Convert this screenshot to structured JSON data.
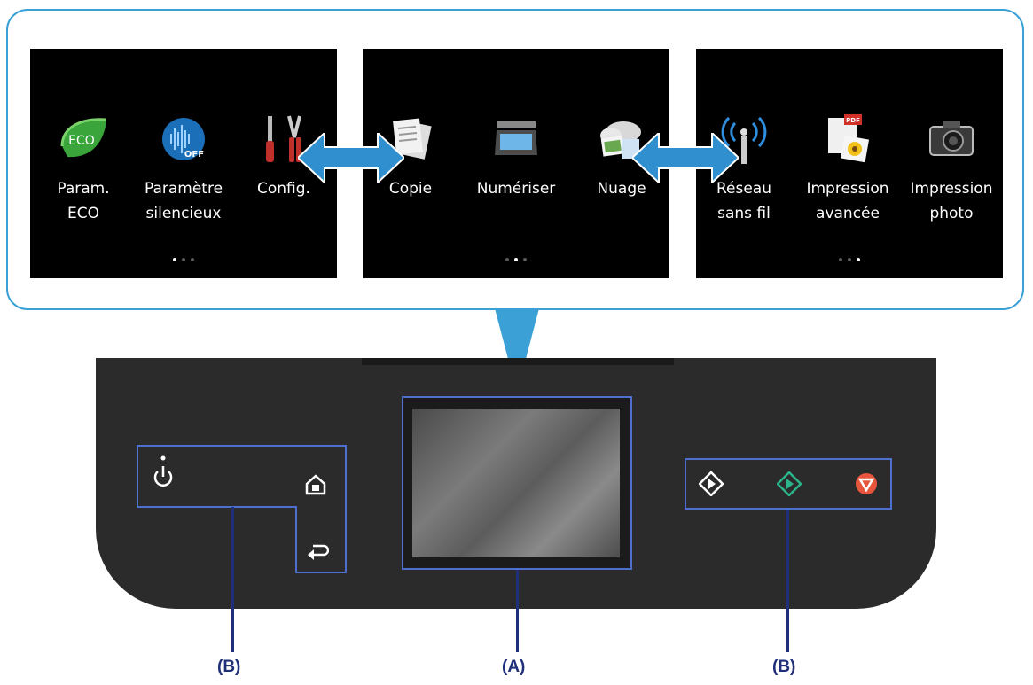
{
  "screens": [
    {
      "tiles": [
        {
          "label1": "Param.",
          "label2": "ECO",
          "icon": "eco-leaf-icon",
          "icon_text": "ECO"
        },
        {
          "label1": "Paramètre",
          "label2": "silencieux",
          "icon": "quiet-mode-off-icon",
          "icon_text": "OFF"
        },
        {
          "label1": "Config.",
          "label2": "",
          "icon": "tools-icon"
        }
      ],
      "active_dot": 1
    },
    {
      "tiles": [
        {
          "label1": "Copie",
          "label2": "",
          "icon": "copy-documents-icon"
        },
        {
          "label1": "Numériser",
          "label2": "",
          "icon": "scanner-icon"
        },
        {
          "label1": "Nuage",
          "label2": "",
          "icon": "cloud-icon"
        }
      ],
      "active_dot": 2
    },
    {
      "tiles": [
        {
          "label1": "Réseau",
          "label2": "sans fil",
          "icon": "wireless-antenna-icon"
        },
        {
          "label1": "Impression",
          "label2": "avancée",
          "icon": "pdf-print-icon",
          "icon_text": "PDF"
        },
        {
          "label1": "Impression",
          "label2": "photo",
          "icon": "camera-icon"
        }
      ],
      "active_dot": 3
    }
  ],
  "labels": {
    "left_buttons": "(B)",
    "touchscreen": "(A)",
    "right_buttons": "(B)"
  },
  "colors": {
    "callout_border": "#3aa0d6",
    "highlight": "#4c6fd0",
    "leader": "#1f2f7a",
    "panel": "#2b2b2b",
    "color_start": "#2ab58a",
    "stop": "#e8553d"
  }
}
